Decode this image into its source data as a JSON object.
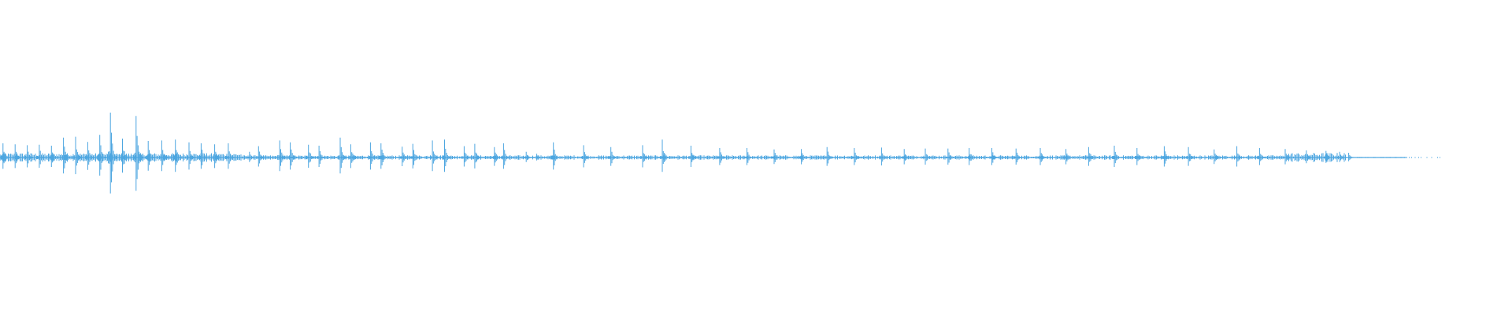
{
  "waveform": {
    "color": "#4da6e0",
    "background": "#ffffff",
    "played_fraction": 0.0,
    "audible_fraction": 0.955,
    "transients": [
      {
        "t": 0.002,
        "a": 0.3
      },
      {
        "t": 0.01,
        "a": 0.28
      },
      {
        "t": 0.018,
        "a": 0.26
      },
      {
        "t": 0.026,
        "a": 0.27
      },
      {
        "t": 0.034,
        "a": 0.25
      },
      {
        "t": 0.042,
        "a": 0.42
      },
      {
        "t": 0.05,
        "a": 0.44
      },
      {
        "t": 0.058,
        "a": 0.33
      },
      {
        "t": 0.066,
        "a": 0.48
      },
      {
        "t": 0.073,
        "a": 0.95
      },
      {
        "t": 0.081,
        "a": 0.4
      },
      {
        "t": 0.09,
        "a": 0.88
      },
      {
        "t": 0.098,
        "a": 0.35
      },
      {
        "t": 0.107,
        "a": 0.36
      },
      {
        "t": 0.116,
        "a": 0.38
      },
      {
        "t": 0.125,
        "a": 0.32
      },
      {
        "t": 0.133,
        "a": 0.3
      },
      {
        "t": 0.142,
        "a": 0.28
      },
      {
        "t": 0.151,
        "a": 0.3
      },
      {
        "t": 0.165,
        "a": 0.12
      },
      {
        "t": 0.171,
        "a": 0.24
      },
      {
        "t": 0.185,
        "a": 0.36
      },
      {
        "t": 0.192,
        "a": 0.32
      },
      {
        "t": 0.204,
        "a": 0.27
      },
      {
        "t": 0.211,
        "a": 0.25
      },
      {
        "t": 0.225,
        "a": 0.42
      },
      {
        "t": 0.232,
        "a": 0.28
      },
      {
        "t": 0.245,
        "a": 0.32
      },
      {
        "t": 0.252,
        "a": 0.3
      },
      {
        "t": 0.266,
        "a": 0.23
      },
      {
        "t": 0.273,
        "a": 0.29
      },
      {
        "t": 0.286,
        "a": 0.36
      },
      {
        "t": 0.294,
        "a": 0.38
      },
      {
        "t": 0.307,
        "a": 0.24
      },
      {
        "t": 0.314,
        "a": 0.29
      },
      {
        "t": 0.327,
        "a": 0.22
      },
      {
        "t": 0.333,
        "a": 0.3
      },
      {
        "t": 0.348,
        "a": 0.12
      },
      {
        "t": 0.355,
        "a": 0.08
      },
      {
        "t": 0.366,
        "a": 0.32
      },
      {
        "t": 0.386,
        "a": 0.26
      },
      {
        "t": 0.404,
        "a": 0.22
      },
      {
        "t": 0.425,
        "a": 0.26
      },
      {
        "t": 0.438,
        "a": 0.38
      },
      {
        "t": 0.457,
        "a": 0.25
      },
      {
        "t": 0.476,
        "a": 0.2
      },
      {
        "t": 0.494,
        "a": 0.2
      },
      {
        "t": 0.512,
        "a": 0.17
      },
      {
        "t": 0.53,
        "a": 0.18
      },
      {
        "t": 0.547,
        "a": 0.22
      },
      {
        "t": 0.565,
        "a": 0.2
      },
      {
        "t": 0.583,
        "a": 0.21
      },
      {
        "t": 0.598,
        "a": 0.18
      },
      {
        "t": 0.612,
        "a": 0.19
      },
      {
        "t": 0.627,
        "a": 0.19
      },
      {
        "t": 0.641,
        "a": 0.2
      },
      {
        "t": 0.656,
        "a": 0.2
      },
      {
        "t": 0.672,
        "a": 0.19
      },
      {
        "t": 0.688,
        "a": 0.2
      },
      {
        "t": 0.705,
        "a": 0.18
      },
      {
        "t": 0.72,
        "a": 0.22
      },
      {
        "t": 0.737,
        "a": 0.25
      },
      {
        "t": 0.752,
        "a": 0.2
      },
      {
        "t": 0.77,
        "a": 0.24
      },
      {
        "t": 0.786,
        "a": 0.22
      },
      {
        "t": 0.803,
        "a": 0.17
      },
      {
        "t": 0.818,
        "a": 0.24
      },
      {
        "t": 0.833,
        "a": 0.2
      },
      {
        "t": 0.85,
        "a": 0.18
      },
      {
        "t": 0.864,
        "a": 0.15
      },
      {
        "t": 0.877,
        "a": 0.14
      },
      {
        "t": 0.886,
        "a": 0.12
      },
      {
        "t": 0.892,
        "a": 0.1
      }
    ]
  }
}
